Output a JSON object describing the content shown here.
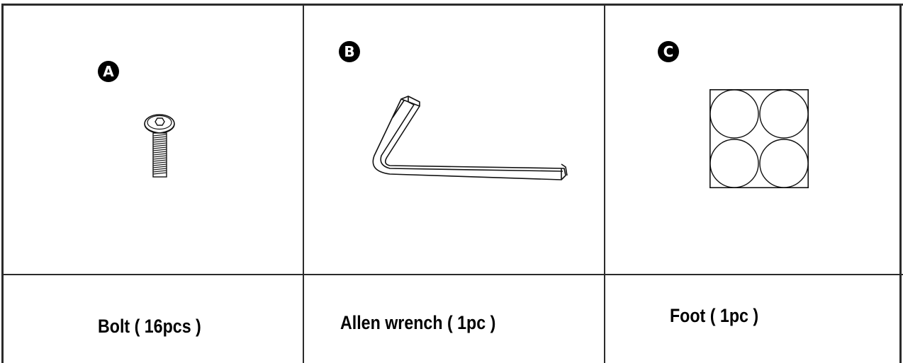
{
  "parts": [
    {
      "letter": "A",
      "label": "Bolt ( 16pcs )",
      "icon": "bolt-icon"
    },
    {
      "letter": "B",
      "label": "Allen wrench ( 1pc )",
      "icon": "allen-wrench-icon"
    },
    {
      "letter": "C",
      "label": "Foot ( 1pc )",
      "icon": "foot-pads-icon"
    }
  ]
}
